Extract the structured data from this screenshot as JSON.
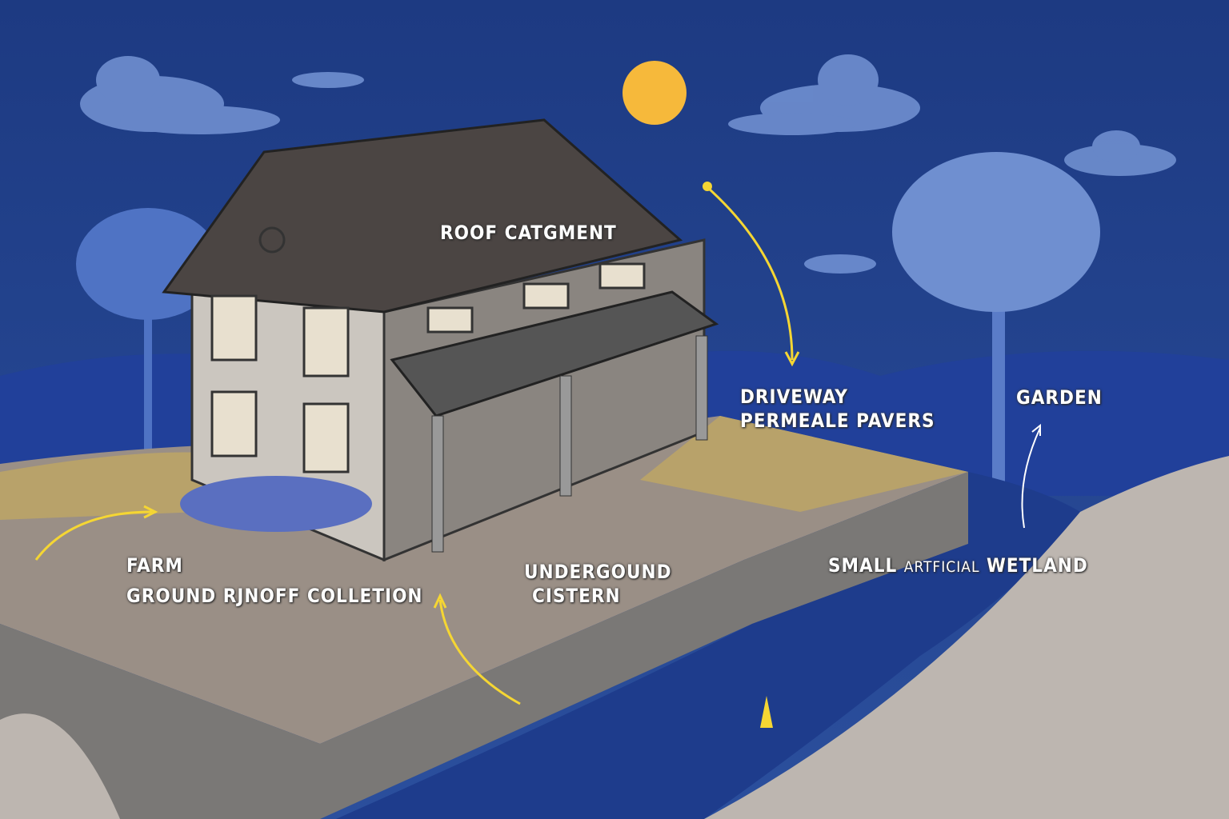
{
  "labels": {
    "roof": "ROOF CATGMENT",
    "driveway_line1": "DRIVEWAY",
    "driveway_line2": "PERMEALE PAVERS",
    "garden": "GARDEN",
    "farm_line1": "FARM",
    "farm_line2": "GROUND RJNOFF COLLETION",
    "cistern_line1": "UNDERGOUND",
    "cistern_line2": "CISTERN",
    "wetland_a": "SMALL",
    "wetland_b": "ARTFICIAL",
    "wetland_c": "WETLAND"
  },
  "colors": {
    "sky": "#1f3f86",
    "sun": "#f6b93b",
    "ground": "#9a8f86",
    "grass": "#b8a26a",
    "water": "#1e3c8c",
    "arrow": "#f5d633",
    "roof": "#4b4543",
    "wall": "#cbc6bf"
  }
}
